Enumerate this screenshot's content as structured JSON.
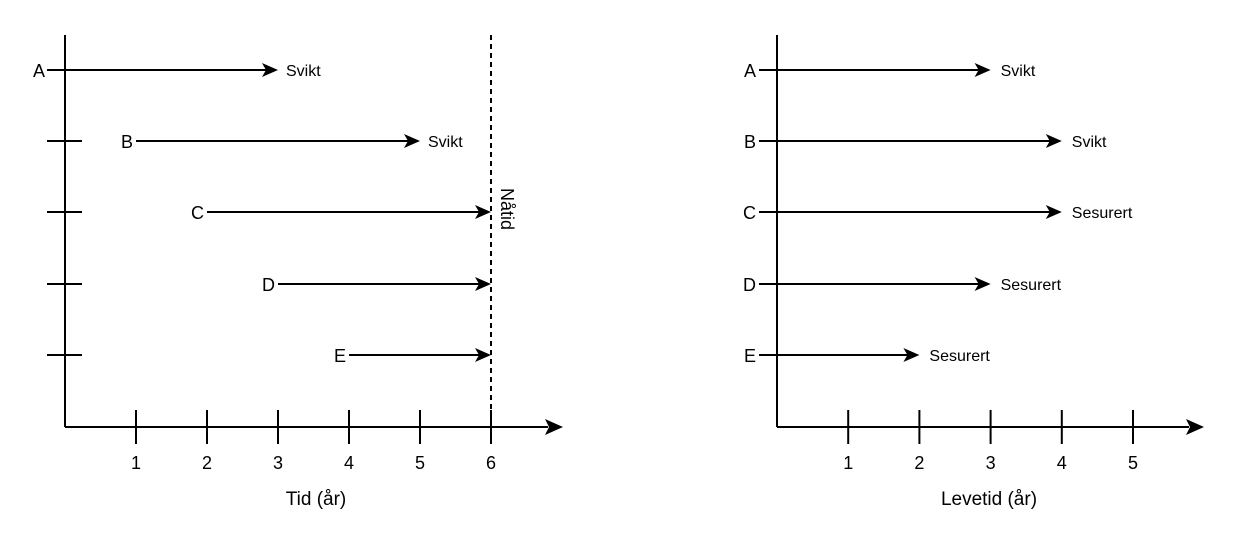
{
  "left_panel": {
    "axis_title": "Tid (år)",
    "x_ticks": [
      "1",
      "2",
      "3",
      "4",
      "5",
      "6"
    ],
    "now_label": "Nåtid",
    "now_at": 6,
    "subjects": [
      {
        "label": "A",
        "start": 0,
        "end": 3,
        "outcome": "Svikt"
      },
      {
        "label": "B",
        "start": 1,
        "end": 5,
        "outcome": "Svikt"
      },
      {
        "label": "C",
        "start": 2,
        "end": 6,
        "outcome": ""
      },
      {
        "label": "D",
        "start": 3,
        "end": 6,
        "outcome": ""
      },
      {
        "label": "E",
        "start": 4,
        "end": 6,
        "outcome": ""
      }
    ]
  },
  "right_panel": {
    "axis_title": "Levetid (år)",
    "x_ticks": [
      "1",
      "2",
      "3",
      "4",
      "5"
    ],
    "subjects": [
      {
        "label": "A",
        "start": 0,
        "end": 3,
        "outcome": "Svikt"
      },
      {
        "label": "B",
        "start": 0,
        "end": 4,
        "outcome": "Svikt"
      },
      {
        "label": "C",
        "start": 0,
        "end": 4,
        "outcome": "Sesurert"
      },
      {
        "label": "D",
        "start": 0,
        "end": 3,
        "outcome": "Sesurert"
      },
      {
        "label": "E",
        "start": 0,
        "end": 2,
        "outcome": "Sesurert"
      }
    ]
  }
}
